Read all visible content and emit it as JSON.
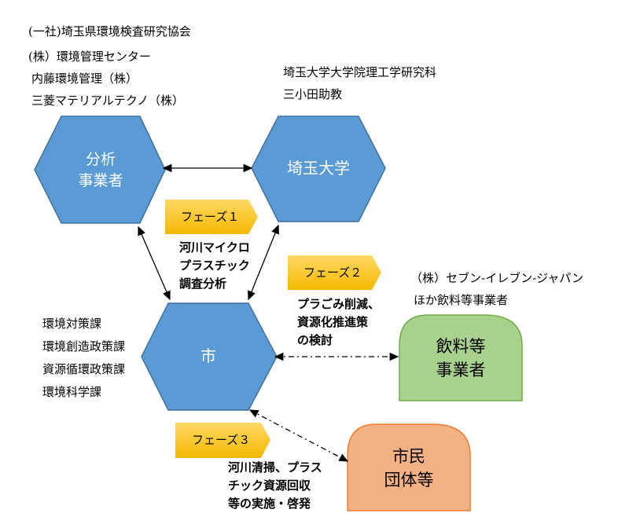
{
  "nodes": {
    "analysis": {
      "lines": [
        "分析",
        "事業者"
      ]
    },
    "saitama_univ": {
      "label": "埼玉大学"
    },
    "city": {
      "label": "市"
    },
    "beverage": {
      "lines": [
        "飲料等",
        "事業者"
      ]
    },
    "citizen": {
      "lines": [
        "市民",
        "団体等"
      ]
    }
  },
  "notes": {
    "analysis_orgs": [
      "(一社)埼玉県環境検査研究協会",
      "(株）環境管理センター",
      "内藤環境管理（株）",
      "三菱マテリアルテクノ（株）"
    ],
    "univ_info": [
      "埼玉大学大学院理工学研究科",
      "三小田助教"
    ],
    "city_depts": [
      "環境対策課",
      "環境創造政策課",
      "資源循環政策課",
      "環境科学課"
    ],
    "beverage_orgs": [
      "（株）セブン‐イレブン‐ジャパン",
      "ほか飲料等事業者"
    ]
  },
  "phases": [
    {
      "label": "フェーズ１",
      "desc": [
        "河川マイクロ",
        "プラスチック",
        "調査分析"
      ]
    },
    {
      "label": "フェーズ２",
      "desc": [
        "プラごみ削減、",
        "資源化推進策",
        "の検討"
      ]
    },
    {
      "label": "フェーズ３",
      "desc": [
        "河川清掃、プラス",
        "チック資源回収",
        "等の実施・啓発"
      ]
    }
  ],
  "colors": {
    "hexagon": "#5b9bd5",
    "hexagon_border": "#41719c",
    "beverage": "#a9d18e",
    "beverage_border": "#70ad47",
    "citizen": "#f4b183",
    "citizen_border": "#ed7d31",
    "phase": "#ffc000"
  }
}
